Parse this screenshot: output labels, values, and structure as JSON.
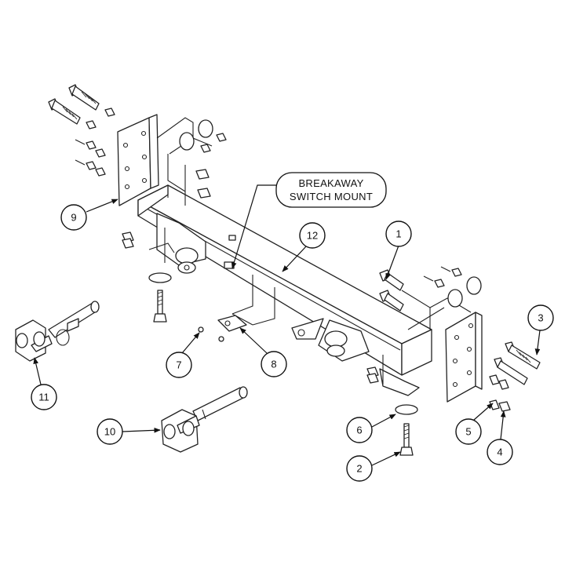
{
  "diagram": {
    "label": {
      "line1": "BREAKAWAY",
      "line2": "SWITCH MOUNT"
    },
    "callouts": [
      {
        "number": "1"
      },
      {
        "number": "2"
      },
      {
        "number": "3"
      },
      {
        "number": "4"
      },
      {
        "number": "5"
      },
      {
        "number": "6"
      },
      {
        "number": "7"
      },
      {
        "number": "8"
      },
      {
        "number": "9"
      },
      {
        "number": "10"
      },
      {
        "number": "11"
      },
      {
        "number": "12"
      }
    ]
  }
}
